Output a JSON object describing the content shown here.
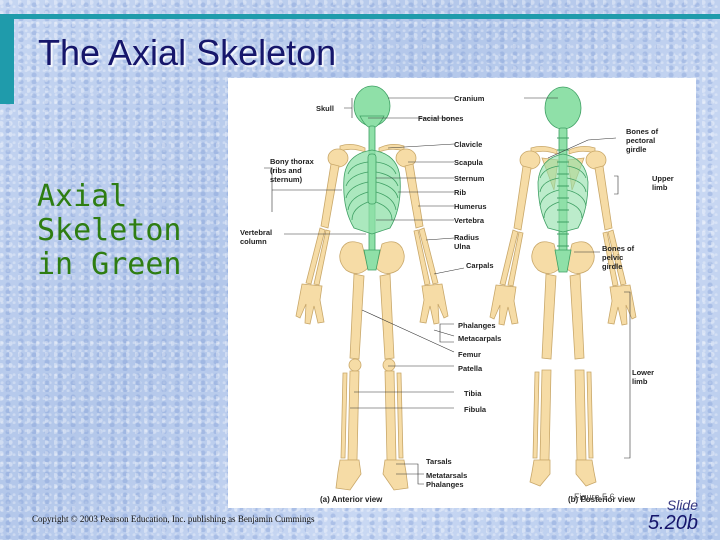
{
  "slide": {
    "title": "The Axial Skeleton",
    "caption_lines": [
      "Axial",
      "Skeleton",
      "in Green"
    ],
    "copyright": "Copyright © 2003 Pearson Education, Inc. publishing as Benjamin Cummings",
    "slide_number_line1": "Slide",
    "slide_number_line2": "5.20b"
  },
  "figure": {
    "axial_color": "#8fe0a8",
    "appendicular_color": "#f6dca6",
    "labels": {
      "skull": "Skull",
      "cranium": "Cranium",
      "facial_bones": "Facial bones",
      "clavicle": "Clavicle",
      "scapula": "Scapula",
      "sternum": "Sternum",
      "rib": "Rib",
      "humerus": "Humerus",
      "vertebra": "Vertebra",
      "radius": "Radius",
      "ulna": "Ulna",
      "carpals": "Carpals",
      "phalanges": "Phalanges",
      "metacarpals": "Metacarpals",
      "femur": "Femur",
      "patella": "Patella",
      "tibia": "Tibia",
      "fibula": "Fibula",
      "tarsals": "Tarsals",
      "metatarsals": "Metatarsals",
      "phalanges_foot": "Phalanges",
      "bony_thorax": [
        "Bony thorax",
        "(ribs and",
        "sternum)"
      ],
      "vertebral_column": [
        "Vertebral",
        "column"
      ],
      "bones_pectoral_girdle": [
        "Bones of",
        "pectoral",
        "girdle"
      ],
      "upper_limb": [
        "Upper",
        "limb"
      ],
      "bones_pelvic_girdle": [
        "Bones of",
        "pelvic",
        "girdle"
      ],
      "lower_limb": [
        "Lower",
        "limb"
      ],
      "anterior_view": "(a) Anterior view",
      "posterior_view": "(b) Posterior view",
      "figure_ref": "Figure 5.6"
    }
  }
}
